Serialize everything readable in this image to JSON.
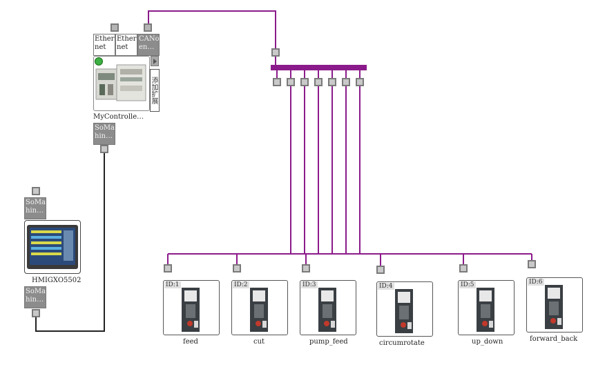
{
  "controller": {
    "ports": [
      {
        "label": "Ether\nnet",
        "style": "light"
      },
      {
        "label": "Ether\nnet",
        "style": "light"
      },
      {
        "label": "CANop\nen…",
        "style": "gray"
      }
    ],
    "side_tab_label": "添加扩展",
    "name": "MyControlle…",
    "bottom_port_label": "SoMac\nhin…"
  },
  "hmi": {
    "top_port_label": "SoMac\nhin…",
    "name": "HMIGXO5502",
    "bottom_port_label": "SoMac\nhin…"
  },
  "drives": [
    {
      "id": "ID:1",
      "name": "feed"
    },
    {
      "id": "ID:2",
      "name": "cut"
    },
    {
      "id": "ID:3",
      "name": "pump_feed"
    },
    {
      "id": "ID:4",
      "name": "circumrotate"
    },
    {
      "id": "ID:5",
      "name": "up_down"
    },
    {
      "id": "ID:6",
      "name": "forward_back"
    }
  ],
  "colors": {
    "canopen_bus": "#8b1a8b",
    "machine_network": "#222222",
    "status_dot": "#3cb043"
  }
}
